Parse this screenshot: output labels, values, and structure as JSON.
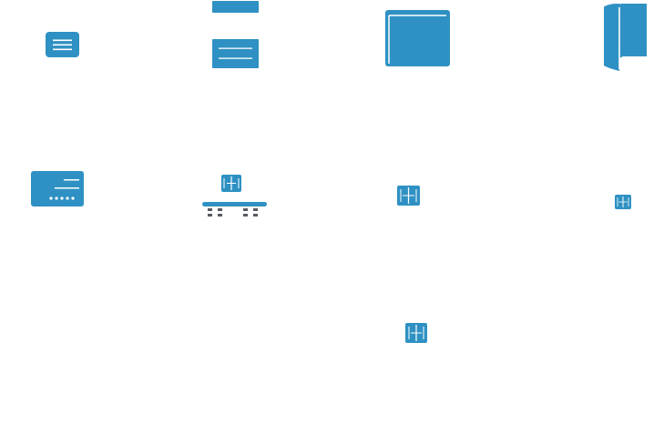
{
  "palette": {
    "primary": "#2f91c3",
    "dark": "#575b61",
    "line": "#ffffff",
    "background": "#ffffff"
  },
  "icons": [
    {
      "id": "menu-icon",
      "kind": "rounded square with three horizontal lines"
    },
    {
      "id": "stacked-panels-icon",
      "kind": "thin top bar above a panel with two lines"
    },
    {
      "id": "framed-window-icon",
      "kind": "square with inset frame"
    },
    {
      "id": "curved-panel-icon",
      "kind": "curved vertical panel"
    },
    {
      "id": "keyboard-card-icon",
      "kind": "card with lines and dotted row"
    },
    {
      "id": "chip-on-rail-icon",
      "kind": "chip above rail with connectors"
    },
    {
      "id": "chip-icon-medium",
      "kind": "chip"
    },
    {
      "id": "chip-icon-small",
      "kind": "chip"
    },
    {
      "id": "chip-icon-bottom",
      "kind": "chip"
    }
  ]
}
